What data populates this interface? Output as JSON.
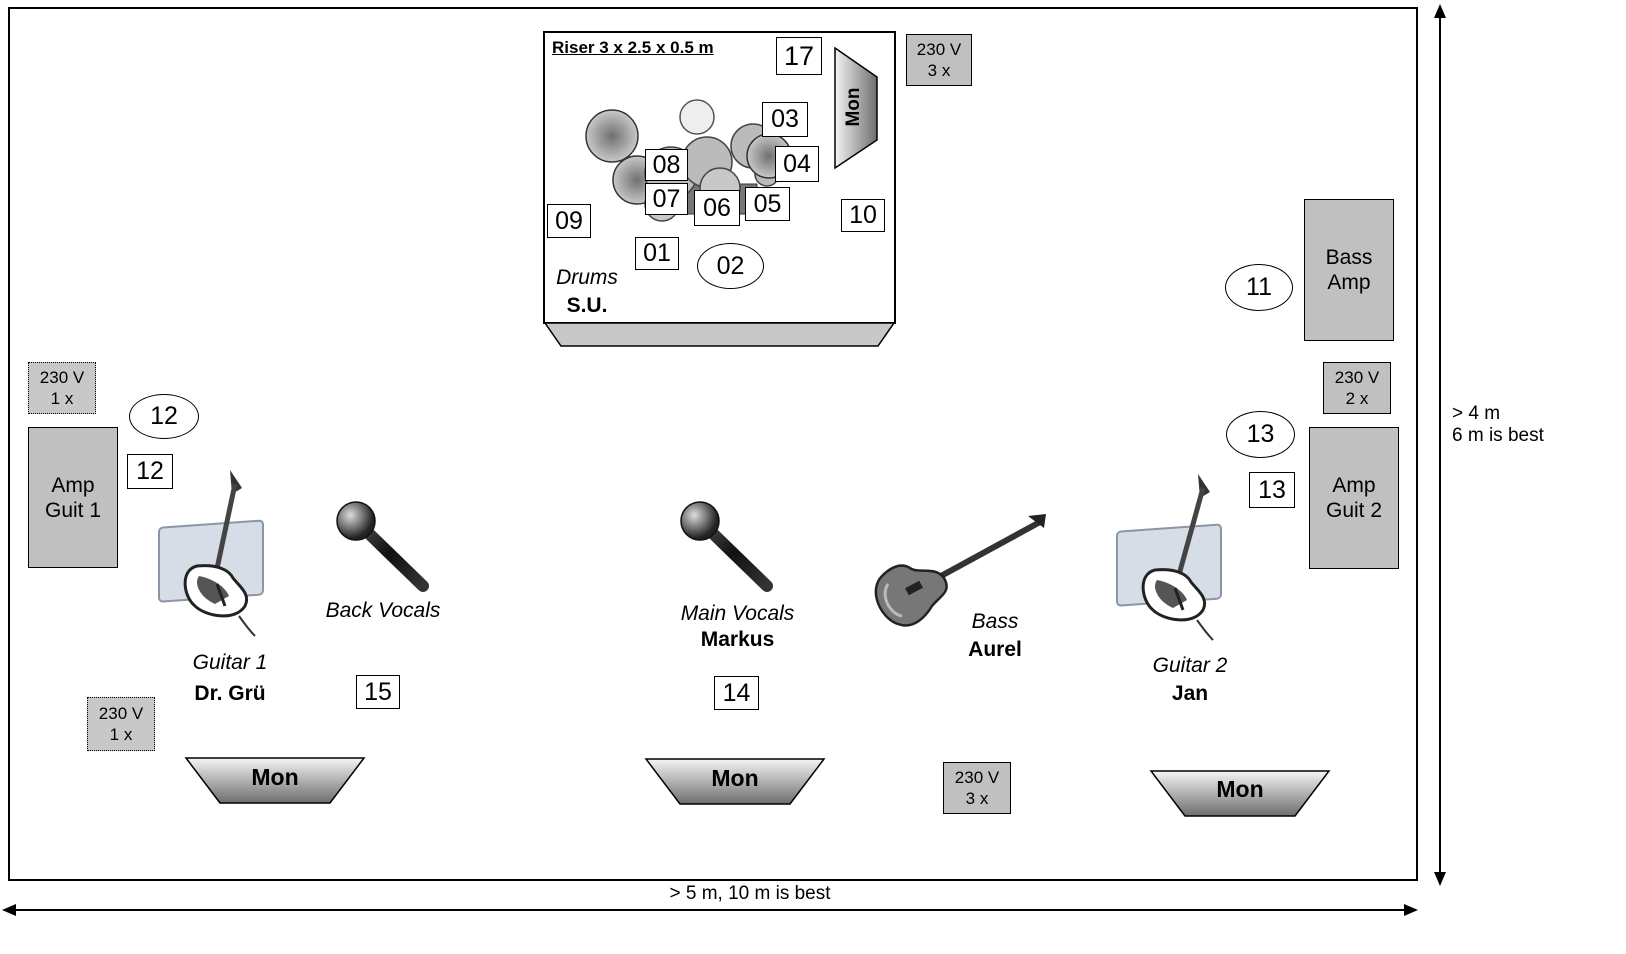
{
  "riser": {
    "title": "Riser 3 x 2.5 x 0.5 m",
    "drums_role": "Drums",
    "drums_name": "S.U.",
    "mon": "Mon"
  },
  "channels": {
    "c01": "01",
    "c02": "02",
    "c03": "03",
    "c04": "04",
    "c05": "05",
    "c06": "06",
    "c07": "07",
    "c08": "08",
    "c09": "09",
    "c10": "10",
    "c11": "11",
    "c12a": "12",
    "c12b": "12",
    "c13a": "13",
    "c13b": "13",
    "c14": "14",
    "c15": "15",
    "c17": "17"
  },
  "power": {
    "drum": {
      "line1": "230 V",
      "line2": "3 x"
    },
    "guit1_top": {
      "line1": "230 V",
      "line2": "1 x"
    },
    "guit1_bottom": {
      "line1": "230 V",
      "line2": "1 x"
    },
    "right": {
      "line1": "230 V",
      "line2": "2 x"
    },
    "bass": {
      "line1": "230 V",
      "line2": "3 x"
    }
  },
  "amps": {
    "guit1": {
      "line1": "Amp",
      "line2": "Guit 1"
    },
    "guit2": {
      "line1": "Amp",
      "line2": "Guit 2"
    },
    "bass": {
      "line1": "Bass",
      "line2": "Amp"
    }
  },
  "performers": {
    "guitar1": {
      "role": "Guitar 1",
      "name": "Dr. Grü"
    },
    "back": {
      "role": "Back Vocals"
    },
    "main": {
      "role": "Main Vocals",
      "name": "Markus"
    },
    "bass": {
      "role": "Bass",
      "name": "Aurel"
    },
    "guitar2": {
      "role": "Guitar 2",
      "name": "Jan"
    }
  },
  "monitors": {
    "left": "Mon",
    "center": "Mon",
    "right": "Mon"
  },
  "dimensions": {
    "width": "> 5 m, 10 m is best",
    "depth_line1": "> 4 m",
    "depth_line2": "6 m is best"
  },
  "colors": {
    "amp_gray": "#c0c0c0",
    "stage_border": "#000000"
  },
  "icons": [
    "electric-guitar-icon",
    "microphone-icon",
    "bass-guitar-icon",
    "drum-kit-icon"
  ]
}
